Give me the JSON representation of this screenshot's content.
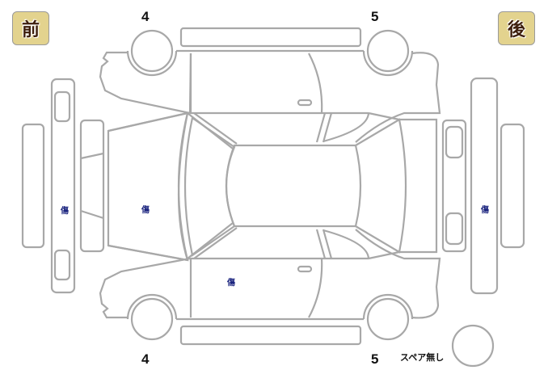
{
  "badges": {
    "front": "前",
    "rear": "後"
  },
  "wheel_numbers": {
    "top_front": "4",
    "top_rear": "5",
    "bottom_front": "4",
    "bottom_rear": "5"
  },
  "damage_marks": {
    "front_bumper": "傷",
    "hood": "傷",
    "bottom_front_door": "傷",
    "rear_bumper": "傷"
  },
  "spare_tire": {
    "label": "スペア無し"
  },
  "colors": {
    "badge_bg": "#e3d38e",
    "badge_text": "#3d1e0c",
    "mark": "#1a237e",
    "outline": "#a8a8a8"
  }
}
